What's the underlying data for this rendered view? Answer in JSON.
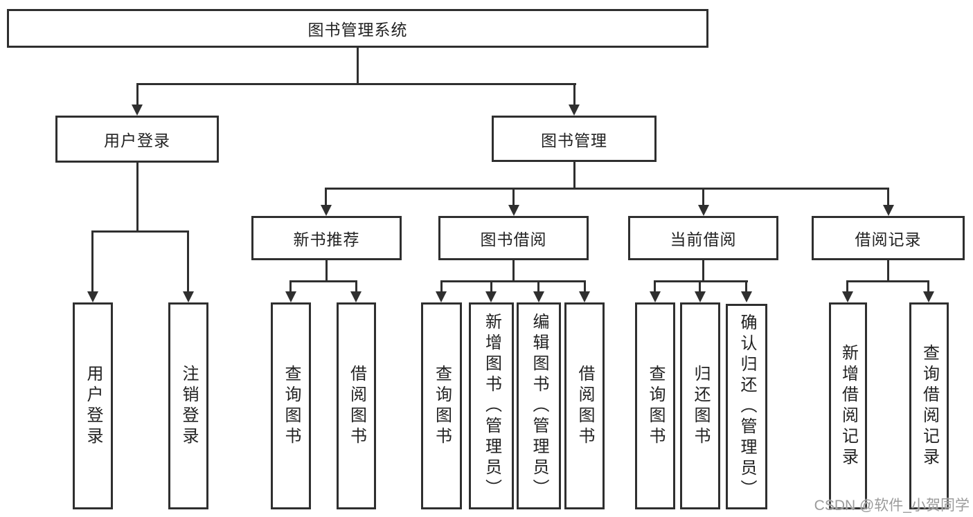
{
  "diagram": {
    "root_label": "图书管理系统",
    "branches": [
      {
        "label": "用户登录",
        "children": [
          {
            "label": "用户登录"
          },
          {
            "label": "注销登录"
          }
        ]
      },
      {
        "label": "图书管理",
        "sections": [
          {
            "label": "新书推荐",
            "children": [
              {
                "label": "查询图书"
              },
              {
                "label": "借阅图书"
              }
            ]
          },
          {
            "label": "图书借阅",
            "children": [
              {
                "label": "查询图书"
              },
              {
                "label": "新增图书（管理员）"
              },
              {
                "label": "编辑图书（管理员）"
              },
              {
                "label": "借阅图书"
              }
            ]
          },
          {
            "label": "当前借阅",
            "children": [
              {
                "label": "查询图书"
              },
              {
                "label": "归还图书"
              },
              {
                "label": "确认归还（管理员）"
              }
            ]
          },
          {
            "label": "借阅记录",
            "children": [
              {
                "label": "新增借阅记录"
              },
              {
                "label": "查询借阅记录"
              }
            ]
          }
        ]
      }
    ]
  },
  "colors": {
    "line": "#2f2f2f",
    "text": "#222222",
    "watermark_gray": "#9b9b9b",
    "background": "#ffffff"
  },
  "watermark": {
    "text": "CSDN @软件_小贺同学"
  }
}
